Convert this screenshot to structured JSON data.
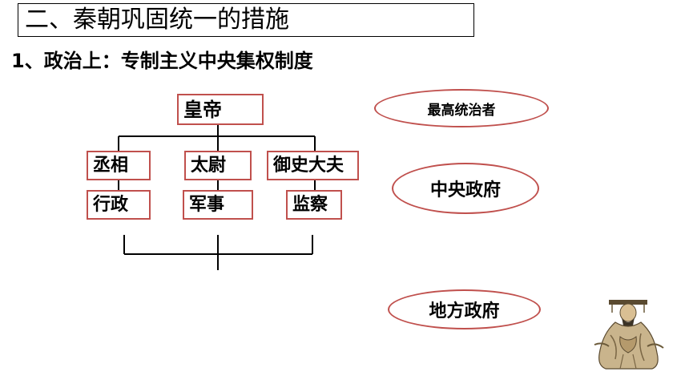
{
  "heading": "二、秦朝巩固统一的措施",
  "subheading": "1、政治上：专制主义中央集权制度",
  "chart": {
    "emperor": "皇帝",
    "officials": [
      {
        "title": "丞相",
        "duty": "行政"
      },
      {
        "title": "太尉",
        "duty": "军事"
      },
      {
        "title": "御史大夫",
        "duty": "监察"
      }
    ]
  },
  "labels": {
    "supreme_ruler": "最高统治者",
    "central_government": "中央政府",
    "local_government": "地方政府"
  },
  "colors": {
    "accent_border": "#c0504d",
    "line": "#000000"
  },
  "illustration": "emperor-figure-icon"
}
